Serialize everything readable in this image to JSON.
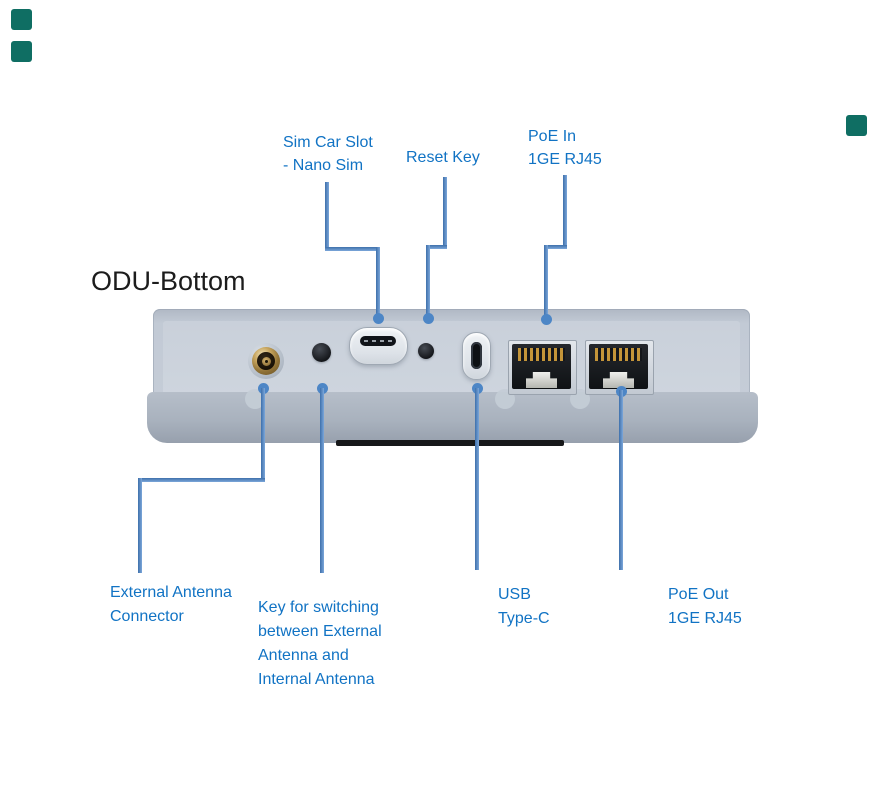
{
  "title": "ODU-Bottom",
  "colors": {
    "label_blue": "#1173c4",
    "title_color": "#1c1c1c",
    "line_blue": "#4d86c6",
    "line_blue_dark": "#3e70ab",
    "line_blue_light": "#7ca7da",
    "teal_square": "#0f6e63"
  },
  "labels": {
    "sim_slot": {
      "line1": "Sim Car Slot",
      "line2": "- Nano Sim"
    },
    "reset_key": {
      "line1": "Reset Key"
    },
    "poe_in": {
      "line1": "PoE In",
      "line2": "1GE RJ45"
    },
    "external_antenna": {
      "line1": "External Antenna",
      "line2": "Connector"
    },
    "key_switch": {
      "line1": "Key for switching",
      "line2": "between External",
      "line3": "Antenna and",
      "line4": "Internal Antenna"
    },
    "usb": {
      "line1": "USB",
      "line2": "Type-C"
    },
    "poe_out": {
      "line1": "PoE Out",
      "line2": "1GE RJ45"
    }
  }
}
